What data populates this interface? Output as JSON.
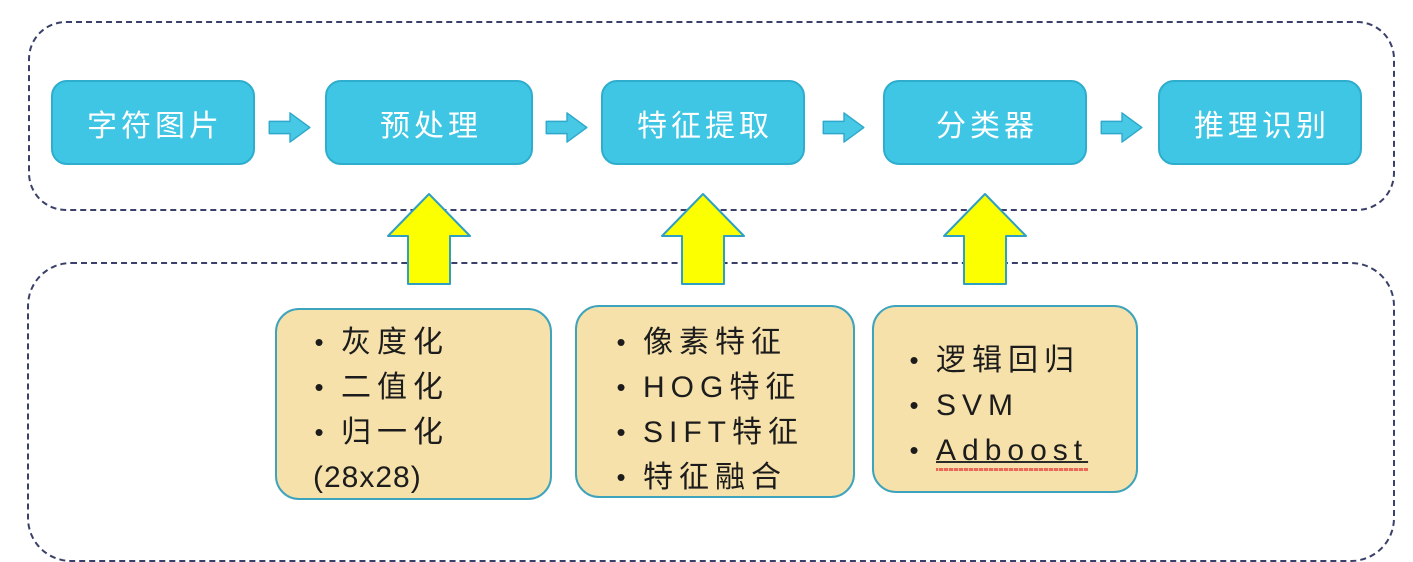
{
  "diagram_title": "character recognition pipeline",
  "colors": {
    "step_fill": "#3EC6E4",
    "step_border": "#2FADCD",
    "step_text": "#FFFFFF",
    "detail_fill": "#F6E1AA",
    "detail_border": "#3EA3BC",
    "detail_text": "#1C1C1C",
    "up_arrow_fill": "#FBFF00",
    "up_arrow_border": "#2F9FC4",
    "container_dash": "#3A4069",
    "spellcheck_underline": "#E8534A"
  },
  "flow": {
    "steps": [
      {
        "label": "字符图片"
      },
      {
        "label": "预处理"
      },
      {
        "label": "特征提取"
      },
      {
        "label": "分类器"
      },
      {
        "label": "推理识别"
      }
    ]
  },
  "details": {
    "bullet": "•",
    "boxes": [
      {
        "items": [
          "灰度化",
          "二值化",
          "归一化"
        ],
        "note": "(28x28)"
      },
      {
        "items": [
          "像素特征",
          "HOG特征",
          "SIFT特征",
          "特征融合"
        ]
      },
      {
        "items": [
          "逻辑回归",
          "SVM",
          "Adboost"
        ]
      }
    ]
  }
}
